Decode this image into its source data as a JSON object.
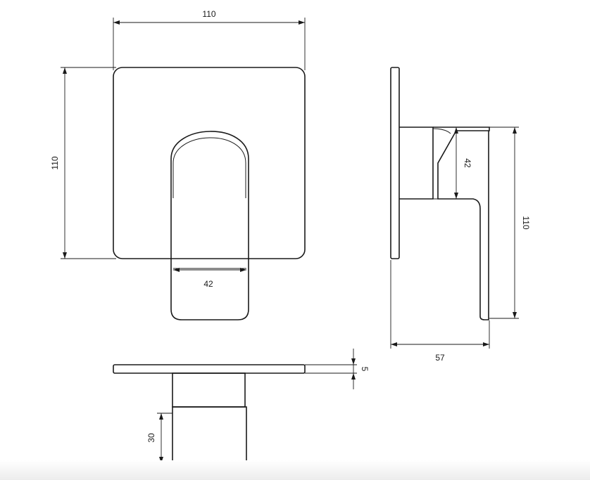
{
  "drawing": {
    "front_view": {
      "plate_width_label": "110",
      "plate_height_label": "110",
      "lever_width_label": "42"
    },
    "side_view": {
      "body_height_label": "42",
      "total_height_label": "110",
      "depth_label": "57"
    },
    "top_view": {
      "plate_thickness_label": "5",
      "body_depth_label": "30"
    }
  }
}
